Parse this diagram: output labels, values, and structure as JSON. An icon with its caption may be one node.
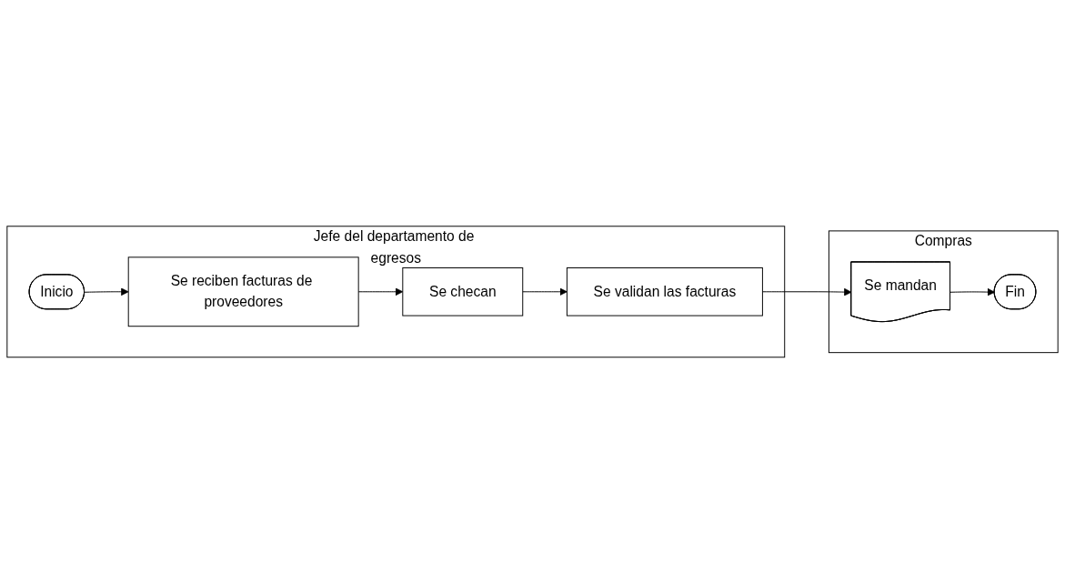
{
  "diagram": {
    "nodes": [
      {
        "text": [
          "Jefe del departamento de egresos"
        ]
      },
      {
        "text": [
          "Compras"
        ]
      },
      {
        "text": [
          "Inicio"
        ],
        "in": 0
      },
      {
        "text": [
          "Se reciben facturas de proveedores"
        ],
        "in": 0
      },
      {
        "text": [
          "Se checan"
        ],
        "in": 0
      },
      {
        "text": [
          "Se validan las facturas"
        ],
        "in": 0
      },
      {
        "text": [
          "Se mandan"
        ],
        "in": 1
      },
      {
        "text": [
          "Fin"
        ],
        "in": 1
      }
    ],
    "edges": [
      {
        "from": 2,
        "to": 3,
        "arrow": "to"
      },
      {
        "from": 3,
        "to": 4,
        "arrow": "to"
      },
      {
        "from": 4,
        "to": 5,
        "arrow": "to"
      },
      {
        "from": 5,
        "to": 6,
        "arrow": "to"
      },
      {
        "from": 6,
        "to": 7,
        "arrow": "to"
      }
    ]
  }
}
